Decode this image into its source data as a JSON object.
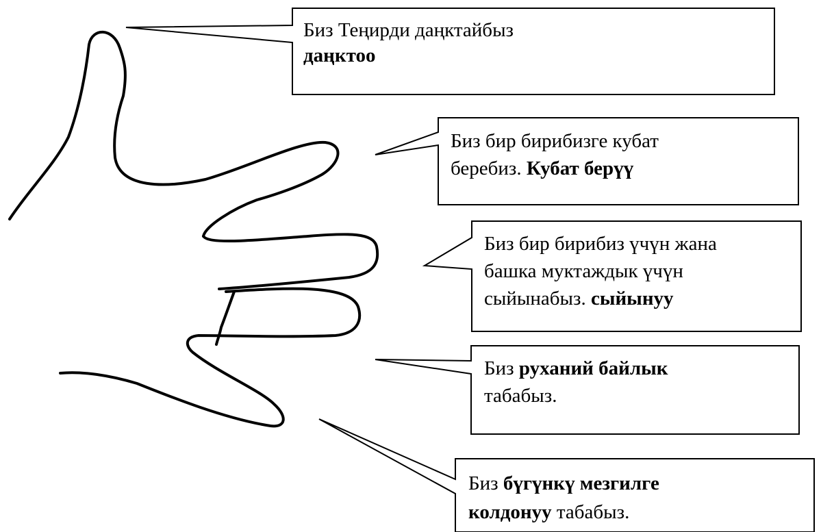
{
  "colors": {
    "ink": "#000000",
    "background": "#ffffff"
  },
  "callouts": [
    {
      "id": "praise",
      "lines": [
        [
          {
            "text": "Биз Теңирди даңктайбыз",
            "bold": false
          }
        ],
        [
          {
            "text": "даңктоо",
            "bold": true
          }
        ]
      ]
    },
    {
      "id": "encourage",
      "lines": [
        [
          {
            "text": "Биз бир бирибизге кубат",
            "bold": false
          }
        ],
        [
          {
            "text": "беребиз. ",
            "bold": false
          },
          {
            "text": "Кубат берүү",
            "bold": true
          }
        ]
      ]
    },
    {
      "id": "pray",
      "lines": [
        [
          {
            "text": "Биз бир бирибиз үчүн жана",
            "bold": false
          }
        ],
        [
          {
            "text": "башка муктаждык үчүн",
            "bold": false
          }
        ],
        [
          {
            "text": "сыйынабыз. ",
            "bold": false
          },
          {
            "text": "сыйынуу",
            "bold": true
          }
        ]
      ]
    },
    {
      "id": "spiritual-wealth",
      "lines": [
        [
          {
            "text": "Биз ",
            "bold": false
          },
          {
            "text": "руханий байлык",
            "bold": true
          }
        ],
        [
          {
            "text": "табабыз.",
            "bold": false
          }
        ]
      ]
    },
    {
      "id": "application",
      "lines": [
        [
          {
            "text": "Биз ",
            "bold": false
          },
          {
            "text": "бүгүнкү мезгилге",
            "bold": true
          }
        ],
        [
          {
            "text": "колдонуу",
            "bold": true
          },
          {
            "text": " табабыз.",
            "bold": false
          }
        ]
      ]
    }
  ]
}
